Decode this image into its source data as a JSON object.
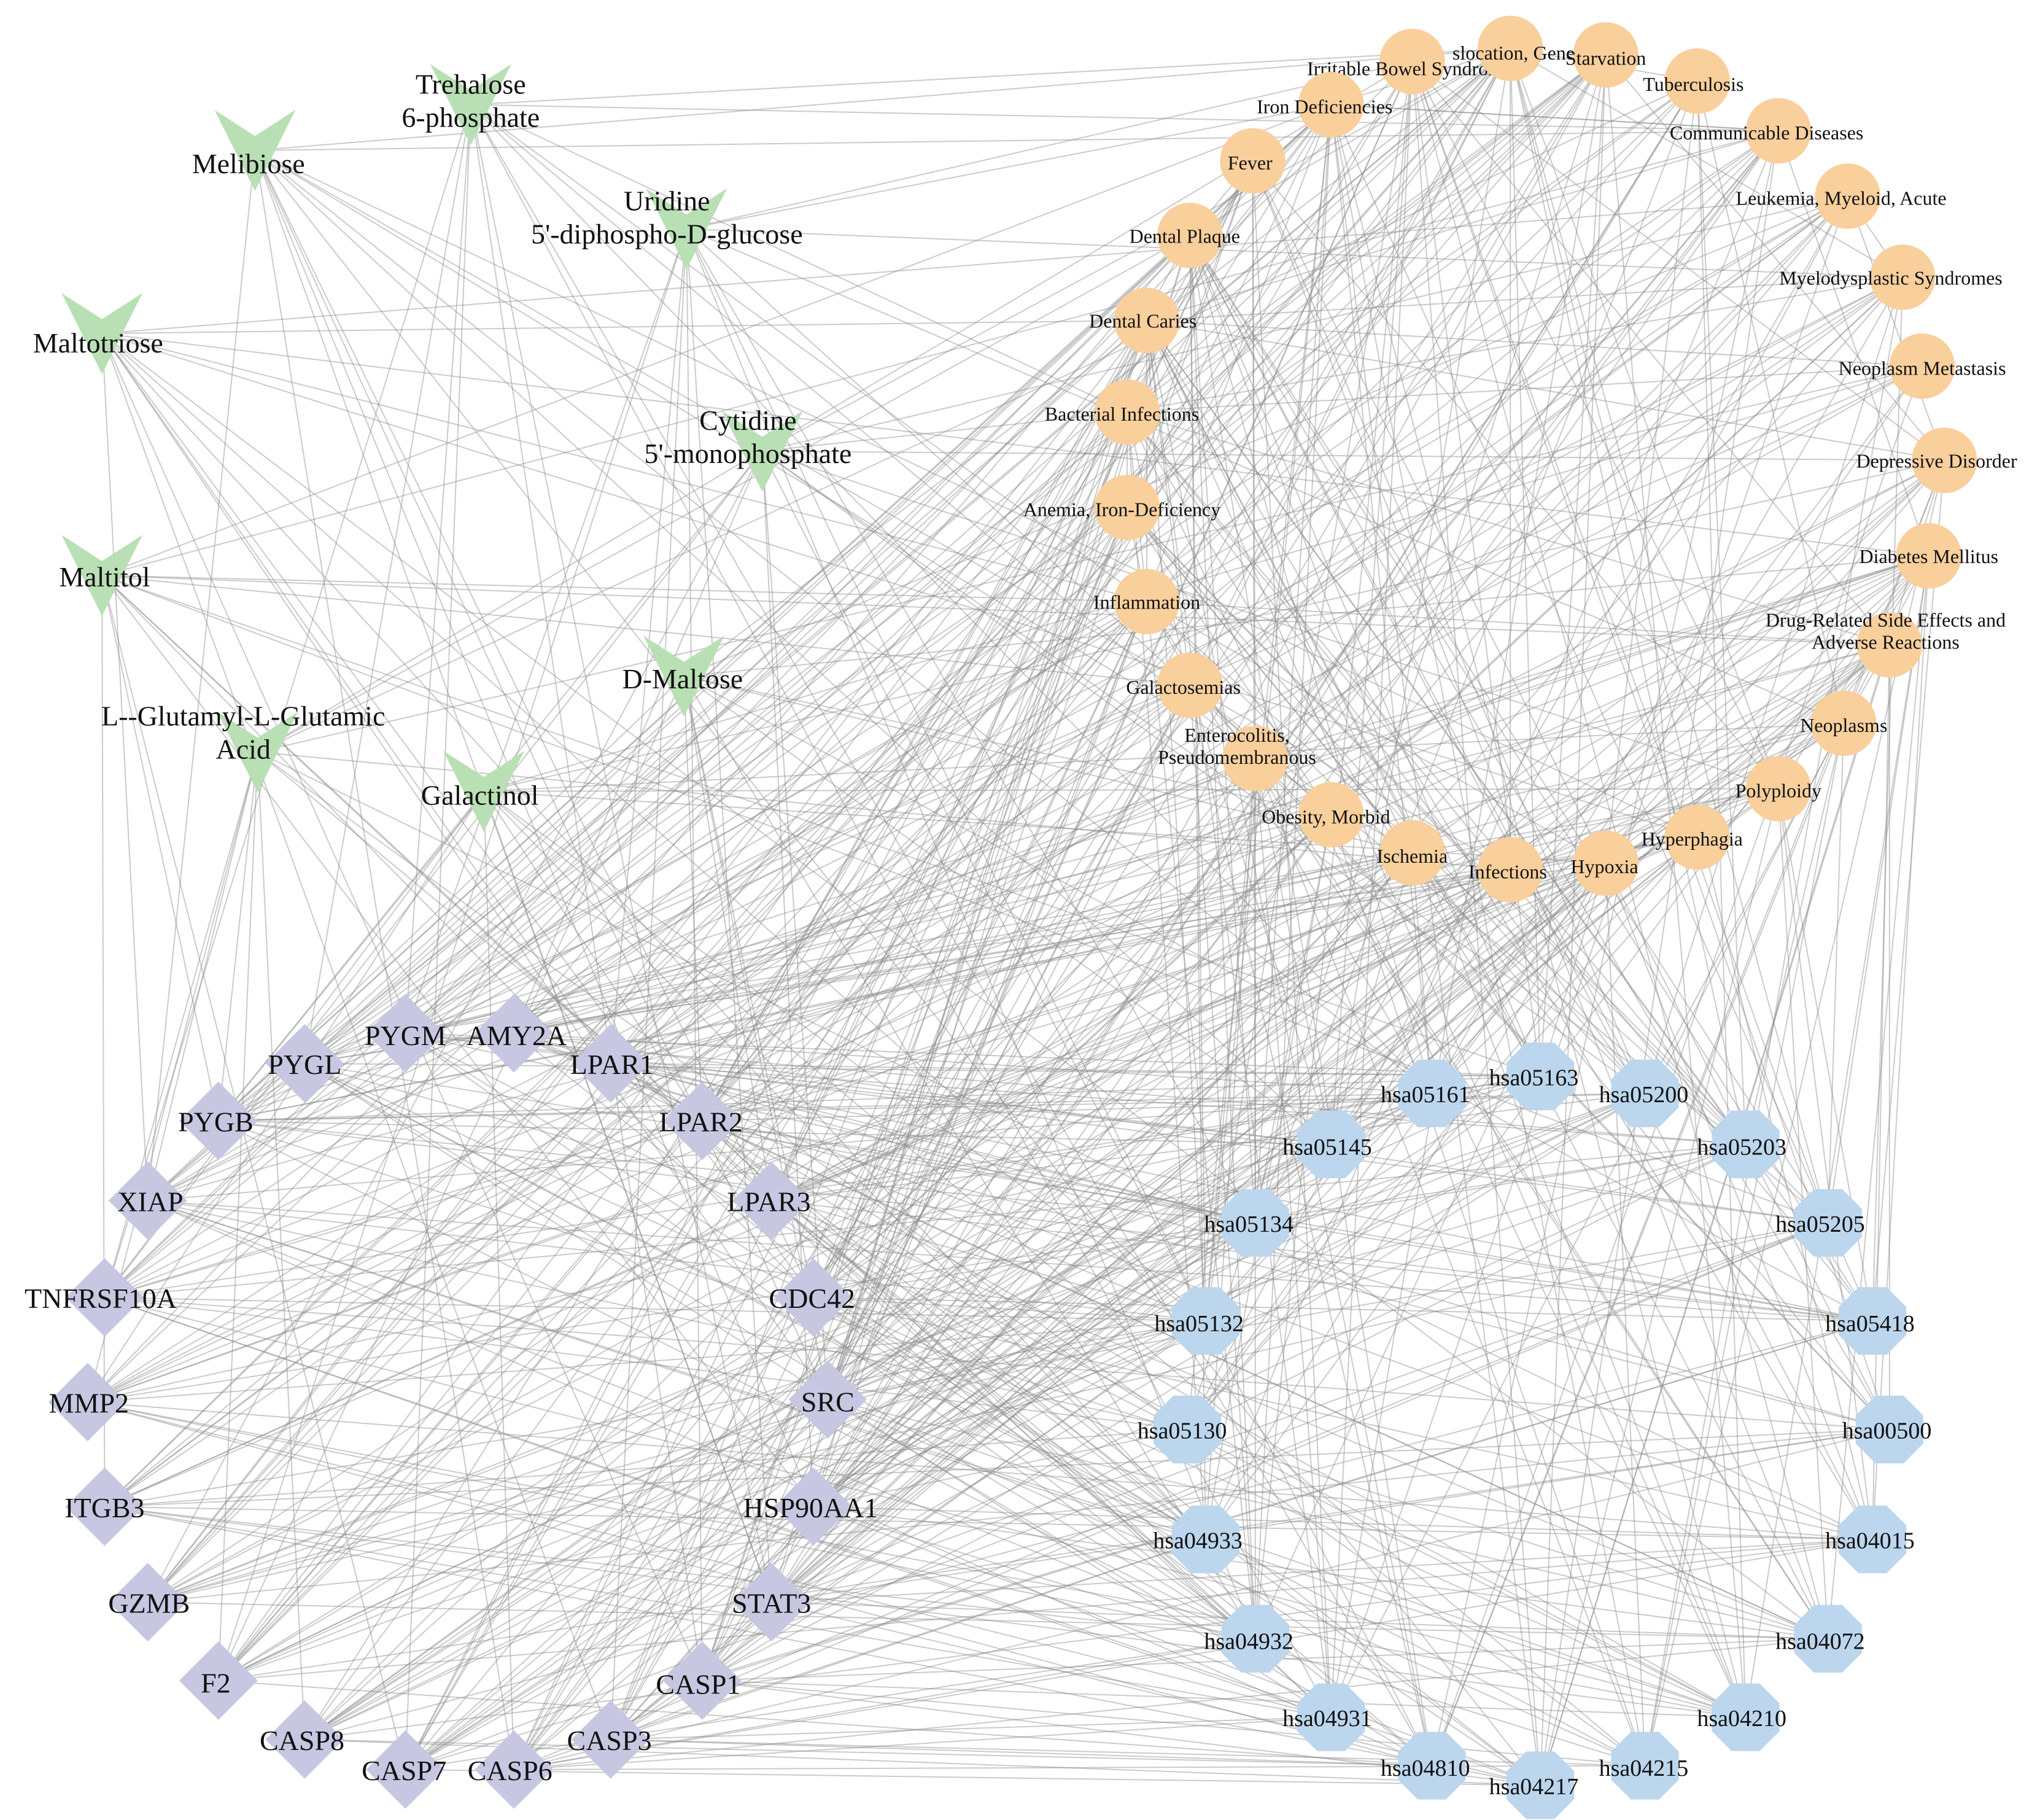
{
  "colors": {
    "compound": "#b9e0b4",
    "disease": "#f9cf9c",
    "target": "#c8c7e2",
    "pathway": "#bcd6ee",
    "edge": "#8c8c8c"
  },
  "compounds": [
    {
      "id": "c_melibiose",
      "lines": [
        "Melibiose"
      ]
    },
    {
      "id": "c_trehalose6p",
      "lines": [
        "Trehalose",
        "6-phosphate"
      ]
    },
    {
      "id": "c_udpglc",
      "lines": [
        "Uridine",
        "5'-diphospho-D-glucose"
      ]
    },
    {
      "id": "c_maltotriose",
      "lines": [
        "Maltotriose"
      ]
    },
    {
      "id": "c_cmp",
      "lines": [
        "Cytidine",
        "5'-monophosphate"
      ]
    },
    {
      "id": "c_maltitol",
      "lines": [
        "Maltitol"
      ]
    },
    {
      "id": "c_dmaltose",
      "lines": [
        "D-Maltose"
      ]
    },
    {
      "id": "c_glutamyl",
      "lines": [
        "L--Glutamyl-L-Glutamic",
        "Acid"
      ]
    },
    {
      "id": "c_galactinol",
      "lines": [
        "Galactinol"
      ]
    }
  ],
  "diseases": [
    {
      "id": "d_ibs",
      "lines": [
        "Irritable Bowel Syndrome"
      ]
    },
    {
      "id": "d_disloc",
      "lines": [
        "slocation, Genetic"
      ]
    },
    {
      "id": "d_starvation",
      "lines": [
        "Starvation"
      ]
    },
    {
      "id": "d_tb",
      "lines": [
        "Tuberculosis"
      ]
    },
    {
      "id": "d_irondef",
      "lines": [
        "Iron Deficiencies"
      ]
    },
    {
      "id": "d_comm",
      "lines": [
        "Communicable Diseases"
      ]
    },
    {
      "id": "d_fever",
      "lines": [
        "Fever"
      ]
    },
    {
      "id": "d_leuk",
      "lines": [
        "Leukemia, Myeloid, Acute"
      ]
    },
    {
      "id": "d_plaque",
      "lines": [
        "Dental Plaque"
      ]
    },
    {
      "id": "d_mds",
      "lines": [
        "Myelodysplastic Syndromes"
      ]
    },
    {
      "id": "d_caries",
      "lines": [
        "Dental Caries"
      ]
    },
    {
      "id": "d_metast",
      "lines": [
        "Neoplasm Metastasis"
      ]
    },
    {
      "id": "d_bact",
      "lines": [
        "Bacterial Infections"
      ]
    },
    {
      "id": "d_depress",
      "lines": [
        "Depressive Disorder"
      ]
    },
    {
      "id": "d_anemia",
      "lines": [
        "Anemia, Iron-Deficiency"
      ]
    },
    {
      "id": "d_diabetes",
      "lines": [
        "Diabetes Mellitus"
      ]
    },
    {
      "id": "d_inflam",
      "lines": [
        "Inflammation"
      ]
    },
    {
      "id": "d_drug",
      "lines": [
        "Drug-Related Side Effects and",
        "Adverse Reactions"
      ]
    },
    {
      "id": "d_galacto",
      "lines": [
        "Galactosemias"
      ]
    },
    {
      "id": "d_neoplasms",
      "lines": [
        "Neoplasms"
      ]
    },
    {
      "id": "d_entero",
      "lines": [
        "Enterocolitis,",
        "Pseudomembranous"
      ]
    },
    {
      "id": "d_polyploidy",
      "lines": [
        "Polyploidy"
      ]
    },
    {
      "id": "d_obesity",
      "lines": [
        "Obesity, Morbid"
      ]
    },
    {
      "id": "d_hyperphagia",
      "lines": [
        "Hyperphagia"
      ]
    },
    {
      "id": "d_ischemia",
      "lines": [
        "Ischemia"
      ]
    },
    {
      "id": "d_hypoxia",
      "lines": [
        "Hypoxia"
      ]
    },
    {
      "id": "d_infections",
      "lines": [
        "Infections"
      ]
    }
  ],
  "targets": [
    {
      "id": "t_pygm",
      "lines": [
        "PYGM"
      ]
    },
    {
      "id": "t_amy2a",
      "lines": [
        "AMY2A"
      ]
    },
    {
      "id": "t_pygl",
      "lines": [
        "PYGL"
      ]
    },
    {
      "id": "t_lpar1",
      "lines": [
        "LPAR1"
      ]
    },
    {
      "id": "t_pygb",
      "lines": [
        "PYGB"
      ]
    },
    {
      "id": "t_lpar2",
      "lines": [
        "LPAR2"
      ]
    },
    {
      "id": "t_xiap",
      "lines": [
        "XIAP"
      ]
    },
    {
      "id": "t_lpar3",
      "lines": [
        "LPAR3"
      ]
    },
    {
      "id": "t_tnfrsf10a",
      "lines": [
        "TNFRSF10A"
      ]
    },
    {
      "id": "t_cdc42",
      "lines": [
        "CDC42"
      ]
    },
    {
      "id": "t_mmp2",
      "lines": [
        "MMP2"
      ]
    },
    {
      "id": "t_src",
      "lines": [
        "SRC"
      ]
    },
    {
      "id": "t_itgb3",
      "lines": [
        "ITGB3"
      ]
    },
    {
      "id": "t_hsp90aa1",
      "lines": [
        "HSP90AA1"
      ]
    },
    {
      "id": "t_gzmb",
      "lines": [
        "GZMB"
      ]
    },
    {
      "id": "t_stat3",
      "lines": [
        "STAT3"
      ]
    },
    {
      "id": "t_f2",
      "lines": [
        "F2"
      ]
    },
    {
      "id": "t_casp1",
      "lines": [
        "CASP1"
      ]
    },
    {
      "id": "t_casp8",
      "lines": [
        "CASP8"
      ]
    },
    {
      "id": "t_casp3",
      "lines": [
        "CASP3"
      ]
    },
    {
      "id": "t_casp7",
      "lines": [
        "CASP7"
      ]
    },
    {
      "id": "t_casp6",
      "lines": [
        "CASP6"
      ]
    }
  ],
  "pathways": [
    {
      "id": "p_05163",
      "lines": [
        "hsa05163"
      ]
    },
    {
      "id": "p_05161",
      "lines": [
        "hsa05161"
      ]
    },
    {
      "id": "p_05200",
      "lines": [
        "hsa05200"
      ]
    },
    {
      "id": "p_05145",
      "lines": [
        "hsa05145"
      ]
    },
    {
      "id": "p_05203",
      "lines": [
        "hsa05203"
      ]
    },
    {
      "id": "p_05134",
      "lines": [
        "hsa05134"
      ]
    },
    {
      "id": "p_05205",
      "lines": [
        "hsa05205"
      ]
    },
    {
      "id": "p_05132",
      "lines": [
        "hsa05132"
      ]
    },
    {
      "id": "p_05418",
      "lines": [
        "hsa05418"
      ]
    },
    {
      "id": "p_05130",
      "lines": [
        "hsa05130"
      ]
    },
    {
      "id": "p_00500",
      "lines": [
        "hsa00500"
      ]
    },
    {
      "id": "p_04933",
      "lines": [
        "hsa04933"
      ]
    },
    {
      "id": "p_04015",
      "lines": [
        "hsa04015"
      ]
    },
    {
      "id": "p_04932",
      "lines": [
        "hsa04932"
      ]
    },
    {
      "id": "p_04072",
      "lines": [
        "hsa04072"
      ]
    },
    {
      "id": "p_04931",
      "lines": [
        "hsa04931"
      ]
    },
    {
      "id": "p_04210",
      "lines": [
        "hsa04210"
      ]
    },
    {
      "id": "p_04810",
      "lines": [
        "hsa04810"
      ]
    },
    {
      "id": "p_04215",
      "lines": [
        "hsa04215"
      ]
    },
    {
      "id": "p_04217",
      "lines": [
        "hsa04217"
      ]
    }
  ]
}
